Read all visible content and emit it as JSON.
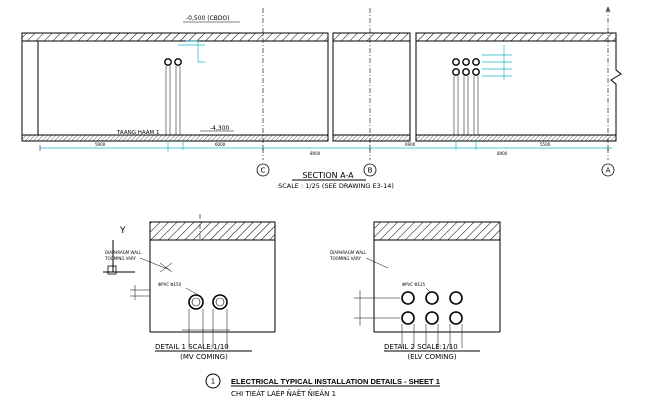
{
  "section": {
    "level_top": "-0,500 (CBDO)",
    "level_bottom": "-4,300",
    "floor_label": "TAANG HAAM 1",
    "dims_left": [
      "5900",
      "6000"
    ],
    "dims_left_total": "8900",
    "dims_right": [
      "6900",
      "5500"
    ],
    "dims_right_total": "8900",
    "grid_labels": [
      "C",
      "B",
      "A"
    ],
    "title": "SECTION A-A",
    "scale": "SCALE : 1/25 (SEE DRAWING E3-14)"
  },
  "detail1": {
    "axis_y": "Y",
    "wall_note_1": "DIAPHRAGM WALL",
    "wall_note_2": "TOOMING VARY",
    "pipe_note": "ΦPVC Φ150",
    "title": "DETAIL 1  SCALE:1/10",
    "subtitle": "(MV COMING)"
  },
  "detail2": {
    "wall_note_1": "DIAPHRAGM WALL",
    "wall_note_2": "TOOMING VARY",
    "pipe_note": "ΦPVC Φ125",
    "title": "DETAIL 2  SCALE:1/10",
    "subtitle": "(ELV COMING)"
  },
  "sheet": {
    "number": "1",
    "title": "ELECTRICAL TYPICAL INSTALLATION DETAILS - SHEET 1",
    "subtitle": "CHI TIEÁT LAÉP ÑAËT ÑIEÄN 1"
  }
}
